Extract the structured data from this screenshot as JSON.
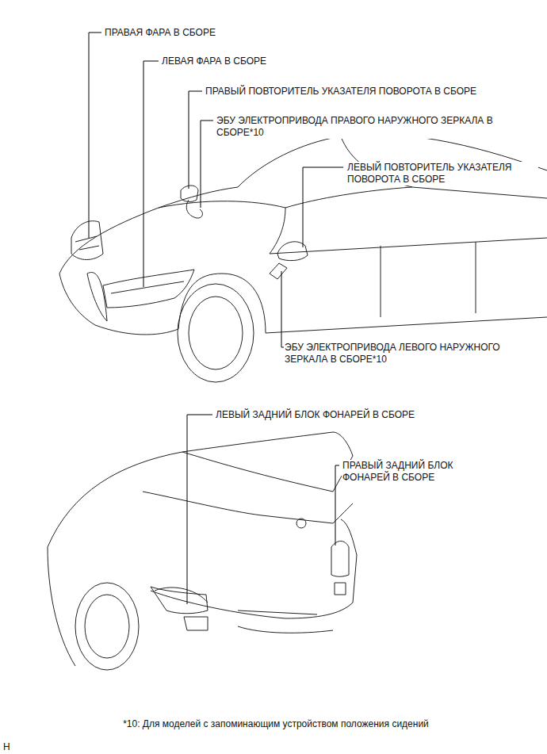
{
  "diagram": {
    "labels": [
      "ПРАВАЯ ФАРА В СБОРЕ",
      "ЛЕВАЯ ФАРА В СБОРЕ",
      "ПРАВЫЙ ПОВТОРИТЕЛЬ УКАЗАТЕЛЯ ПОВОРОТА В СБОРЕ",
      "ЭБУ ЭЛЕКТРОПРИВОДА ПРАВОГО НАРУЖНОГО ЗЕРКАЛА В СБОРЕ*10",
      "ЛЕВЫЙ ПОВТОРИТЕЛЬ УКАЗАТЕЛЯ ПОВОРОТА В СБОРЕ",
      "ЭБУ ЭЛЕКТРОПРИВОДА ЛЕВОГО НАРУЖНОГО ЗЕРКАЛА В СБОРЕ*10",
      "ЛЕВЫЙ ЗАДНИЙ БЛОК ФОНАРЕЙ В СБОРЕ",
      "ПРАВЫЙ ЗАДНИЙ БЛОК ФОНАРЕЙ В СБОРЕ",
      "*10: Для моделей с запоминающим устройством положения сидений",
      "H"
    ]
  }
}
